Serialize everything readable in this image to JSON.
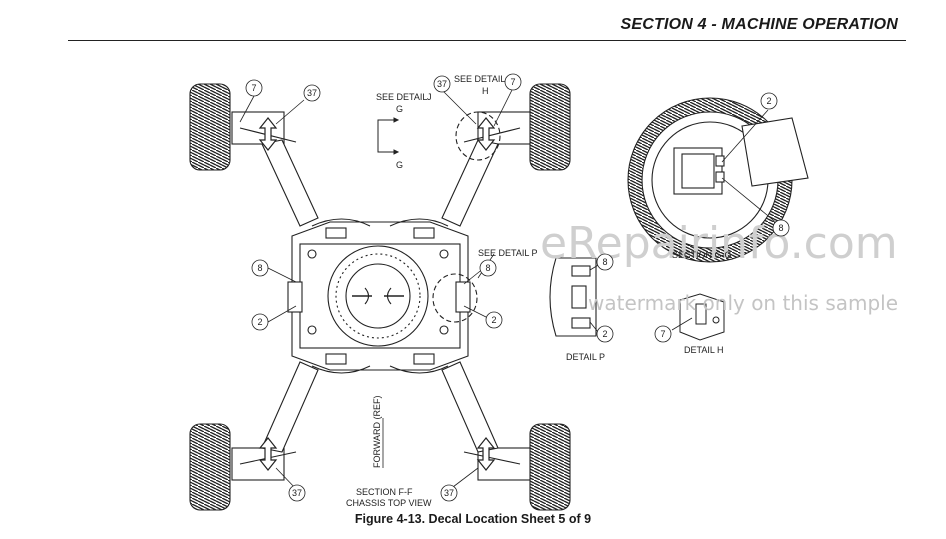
{
  "header": {
    "section_title": "SECTION 4 - MACHINE OPERATION"
  },
  "drawing": {
    "labels": {
      "see_detail_g": "SEE DETAIL",
      "letter_g_top": "G",
      "letter_g_bottom": "G",
      "see_detail_j": "J",
      "see_detail_h": "SEE DETAIL",
      "letter_h": "H",
      "see_detail_p": "SEE DETAIL P",
      "section_gg": "SECTION G-G",
      "detail_p": "DETAIL P",
      "detail_h": "DETAIL H",
      "forward_ref": "FORWARD (REF)",
      "section_ff": "SECTION F-F",
      "chassis_top_view": "CHASSIS TOP VIEW"
    },
    "callouts": [
      "7",
      "37",
      "37",
      "7",
      "8",
      "2",
      "8",
      "2",
      "2",
      "8",
      "8",
      "2",
      "7",
      "37",
      "37"
    ]
  },
  "watermark": {
    "site": "eRepairinfo.com",
    "notice": "watermark only on this sample"
  },
  "caption": "Figure 4-13. Decal Location Sheet 5 of 9"
}
